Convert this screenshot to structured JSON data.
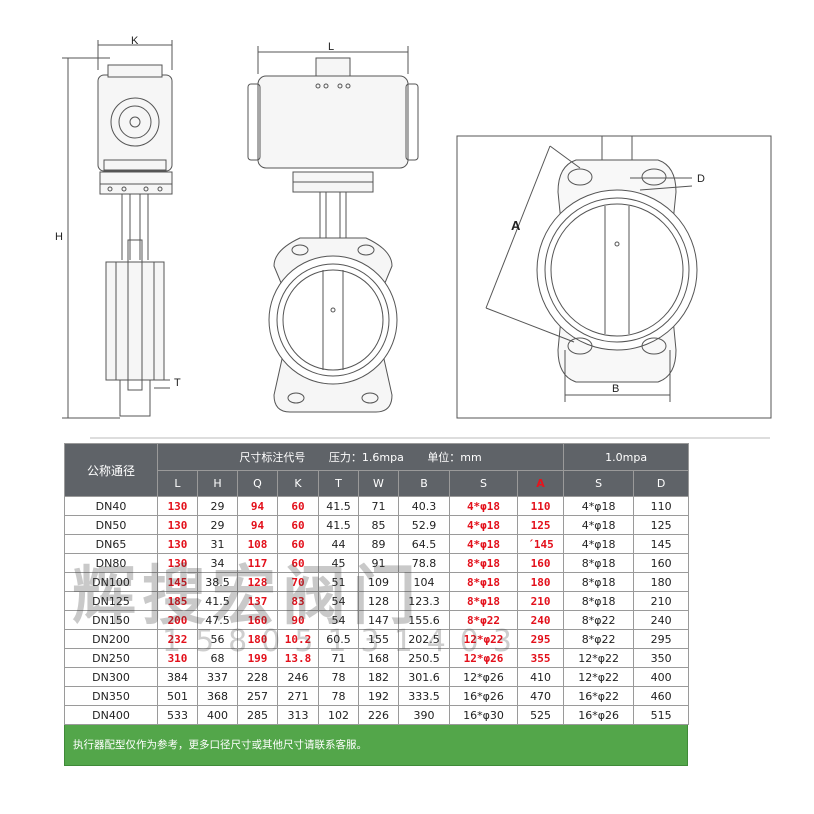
{
  "drawings": {
    "side_view": {
      "label_k": "K",
      "label_h": "H",
      "label_t": "T"
    },
    "front_view": {
      "label_l": "L"
    },
    "flange_view": {
      "label_a": "A",
      "label_b": "B",
      "label_d": "D"
    }
  },
  "table": {
    "name_header": "公称通径",
    "group_16": {
      "label": "尺寸标注代号",
      "pressure": "压力：1.6mpa",
      "unit": "单位：mm"
    },
    "group_10": {
      "label": "1.0mpa"
    },
    "columns": [
      "L",
      "H",
      "Q",
      "K",
      "T",
      "W",
      "B",
      "S",
      "A",
      "S",
      "D"
    ],
    "red_columns": [
      1,
      3,
      4,
      8
    ],
    "rows": [
      [
        "DN40",
        "130",
        "29",
        "94",
        "60",
        "41.5",
        "71",
        "40.3",
        "4*φ18",
        "110",
        "4*φ18",
        "110"
      ],
      [
        "DN50",
        "130",
        "29",
        "94",
        "60",
        "41.5",
        "85",
        "52.9",
        "4*φ18",
        "125",
        "4*φ18",
        "125"
      ],
      [
        "DN65",
        "130",
        "31",
        "108",
        "60",
        "44",
        "89",
        "64.5",
        "4*φ18",
        "´145",
        "4*φ18",
        "145"
      ],
      [
        "DN80",
        "130",
        "34",
        "117",
        "60",
        "45",
        "91",
        "78.8",
        "8*φ18",
        "160",
        "8*φ18",
        "160"
      ],
      [
        "DN100",
        "145",
        "38.5",
        "128",
        "70",
        "51",
        "109",
        "104",
        "8*φ18",
        "180",
        "8*φ18",
        "180"
      ],
      [
        "DN125",
        "185",
        "41.5",
        "137",
        "83",
        "54",
        "128",
        "123.3",
        "8*φ18",
        "210",
        "8*φ18",
        "210"
      ],
      [
        "DN150",
        "200",
        "47.5",
        "160",
        "90",
        "54",
        "147",
        "155.6",
        "8*φ22",
        "240",
        "8*φ22",
        "240"
      ],
      [
        "DN200",
        "232",
        "56",
        "180",
        "10.2",
        "60.5",
        "155",
        "202.5",
        "12*φ22",
        "295",
        "8*φ22",
        "295"
      ],
      [
        "DN250",
        "310",
        "68",
        "199",
        "13.8",
        "71",
        "168",
        "250.5",
        "12*φ26",
        "355",
        "12*φ22",
        "350"
      ],
      [
        "DN300",
        "384",
        "337",
        "228",
        "246",
        "78",
        "182",
        "301.6",
        "12*φ26",
        "410",
        "12*φ22",
        "400"
      ],
      [
        "DN350",
        "501",
        "368",
        "257",
        "271",
        "78",
        "192",
        "333.5",
        "16*φ26",
        "470",
        "16*φ22",
        "460"
      ],
      [
        "DN400",
        "533",
        "400",
        "285",
        "313",
        "102",
        "226",
        "390",
        "16*φ30",
        "525",
        "16*φ26",
        "515"
      ]
    ],
    "red_rows": 9,
    "note": "执行器配型仅作为参考，更多口径尺寸或其他尺寸请联系客服。"
  },
  "watermark": {
    "line1": "辉搜宏阀门",
    "line2": "15805131403"
  }
}
